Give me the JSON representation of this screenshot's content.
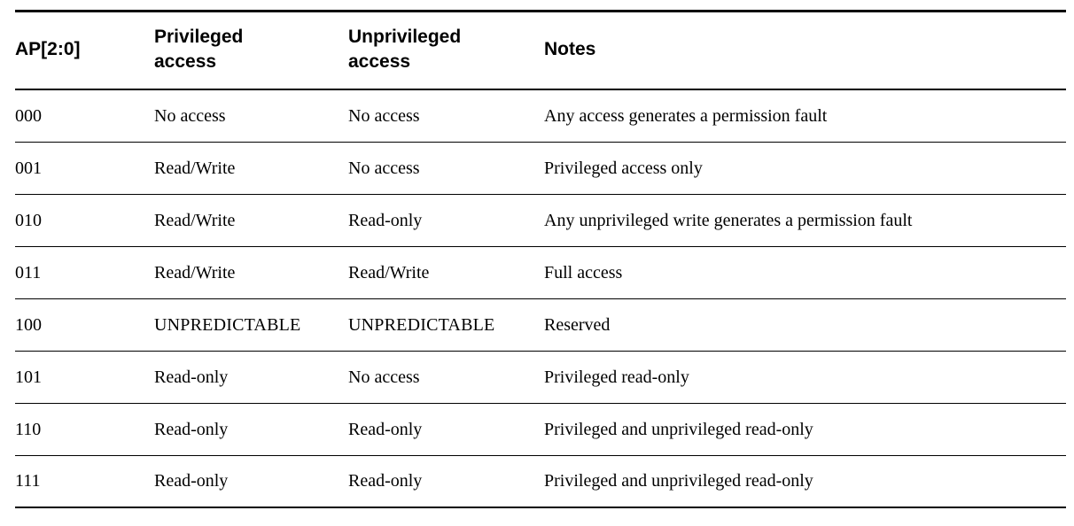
{
  "table": {
    "columns": [
      {
        "key": "ap",
        "label": "AP[2:0]",
        "label_line2": ""
      },
      {
        "key": "priv",
        "label": "Privileged",
        "label_line2": "access"
      },
      {
        "key": "unpriv",
        "label": "Unprivileged",
        "label_line2": "access"
      },
      {
        "key": "notes",
        "label": "Notes",
        "label_line2": ""
      }
    ],
    "rows": [
      {
        "ap": "000",
        "priv": "No access",
        "unpriv": "No access",
        "notes": "Any access generates a permission fault"
      },
      {
        "ap": "001",
        "priv": "Read/Write",
        "unpriv": "No access",
        "notes": "Privileged access only"
      },
      {
        "ap": "010",
        "priv": "Read/Write",
        "unpriv": "Read-only",
        "notes": "Any unprivileged write generates a permission fault"
      },
      {
        "ap": "011",
        "priv": "Read/Write",
        "unpriv": "Read/Write",
        "notes": "Full access"
      },
      {
        "ap": "100",
        "priv": "UNPREDICTABLE",
        "unpriv": "UNPREDICTABLE",
        "notes": "Reserved"
      },
      {
        "ap": "101",
        "priv": "Read-only",
        "unpriv": "No access",
        "notes": "Privileged read-only"
      },
      {
        "ap": "110",
        "priv": "Read-only",
        "unpriv": "Read-only",
        "notes": "Privileged and unprivileged read-only"
      },
      {
        "ap": "111",
        "priv": "Read-only",
        "unpriv": "Read-only",
        "notes": "Privileged and unprivileged read-only"
      }
    ]
  },
  "colors": {
    "rule": "#000000",
    "text": "#000000",
    "background": "#ffffff"
  }
}
